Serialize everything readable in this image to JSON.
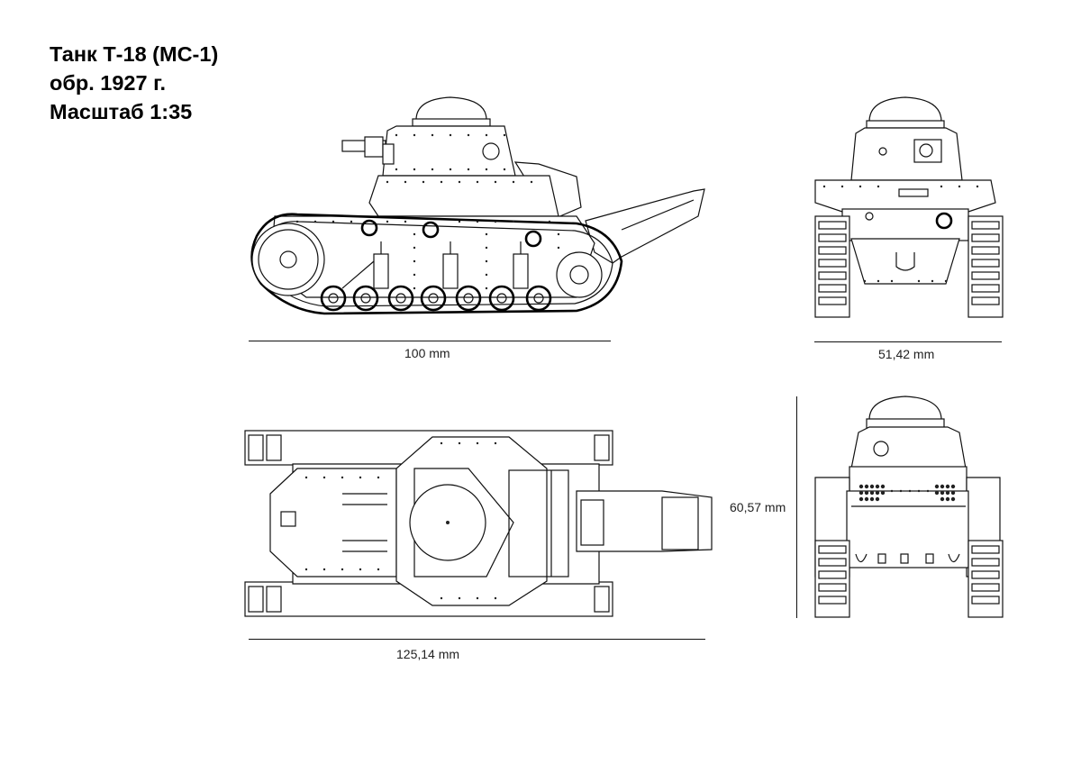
{
  "title": {
    "line1": "Танк Т-18 (МС-1)",
    "line2": "обр. 1927 г.",
    "line3": "Масштаб 1:35"
  },
  "dimensions": {
    "side_length": "100 mm",
    "front_width": "51,42 mm",
    "top_length": "125,14 mm",
    "height": "60,57 mm"
  }
}
